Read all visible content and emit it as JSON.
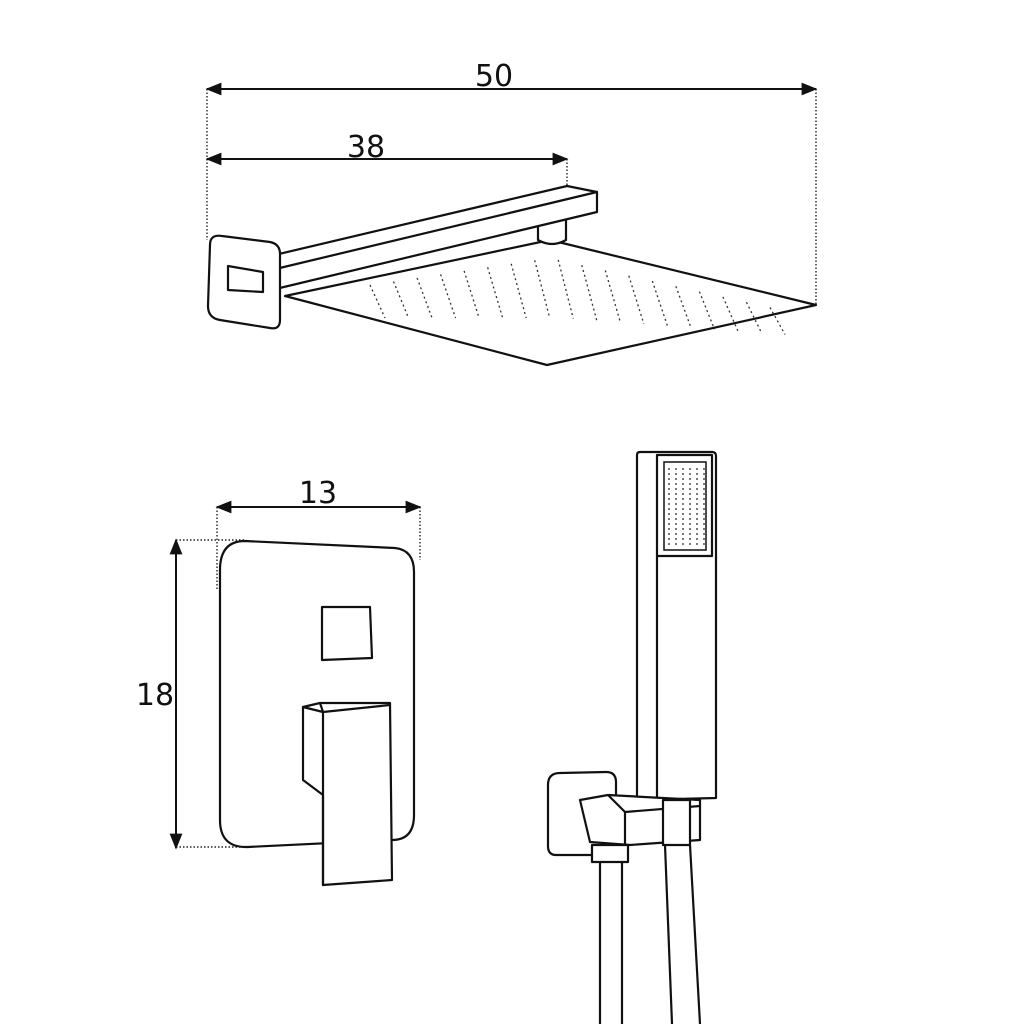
{
  "dimensions": {
    "overall_length": "50",
    "arm_length": "38",
    "mixer_width": "13",
    "mixer_height": "18"
  }
}
